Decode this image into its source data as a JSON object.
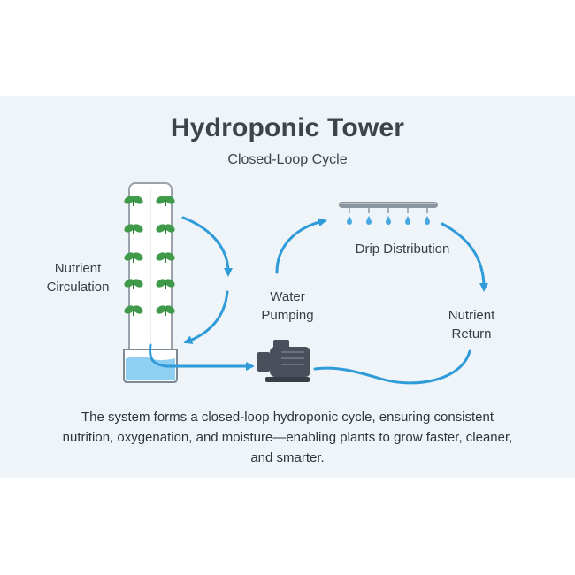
{
  "title": "Hydroponic Tower",
  "subtitle": "Closed-Loop Cycle",
  "labels": {
    "nutrient_circulation": [
      "Nutrient",
      "Circulation"
    ],
    "water_pumping": [
      "Water",
      "Pumping"
    ],
    "drip_distribution": "Drip Distribution",
    "nutrient_return": [
      "Nutrient",
      "Return"
    ]
  },
  "caption": "The system forms a closed-loop hydroponic cycle, ensuring consistent nutrition, oxygenation, and moisture—enabling plants to grow faster, cleaner, and smarter.",
  "colors": {
    "background_panel": "#eef4f8",
    "arrow": "#2f9bd9",
    "pump": "#4a4f5c",
    "leaf": "#3f9a4a",
    "water": "#8fd0f2",
    "text": "#3e444b"
  },
  "icons": [
    "tower-icon",
    "plant-leaf-icon",
    "reservoir-icon",
    "pump-icon",
    "drip-bar-icon",
    "water-drop-icon",
    "flow-arrow-icon"
  ]
}
